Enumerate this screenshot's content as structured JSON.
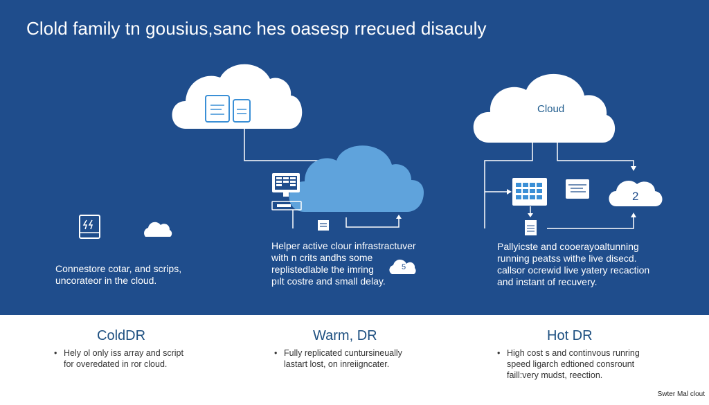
{
  "title": "Clold family tn gousius,sanc hes oasesp rrecued disaculy",
  "diagram": {
    "right_cloud_label": "Cloud",
    "right_small_cloud_number": "2",
    "middle_small_cloud_number": "5",
    "colors": {
      "background": "#1f4d8c",
      "cloud_white": "#ffffff",
      "cloud_light_blue": "#5fa3dc",
      "heading_blue": "#1d4f80",
      "icon_blue": "#3a8fd6"
    }
  },
  "columns": [
    {
      "description": [
        "Connestore cotar, and scrips,",
        "uncorateor in the cloud."
      ],
      "heading": "ColdDR",
      "bullet": [
        "Hely ol only iss array and script",
        "for overedated in ror cloud."
      ]
    },
    {
      "description": [
        "Helper active clour infrastractuver",
        "with n crits andhs some",
        "replistedlable the imring",
        "pılt costre and small delay."
      ],
      "heading": "Warm, DR",
      "bullet": [
        "Fully replicated cuntursineually",
        "lastart lost, on inreiigncater."
      ]
    },
    {
      "description": [
        "Pallyicste and cooerayoaltunning",
        "running peatss withe live disecd.",
        "callsor ocrewid live yatery recaction",
        "and instant of recuvery."
      ],
      "heading": "Hot DR",
      "bullet": [
        "High cost s and continvous runring",
        "speed ligarch edtioned consrount",
        "faill:very mudst, reection."
      ]
    }
  ],
  "footer": "Swter Mal clout"
}
